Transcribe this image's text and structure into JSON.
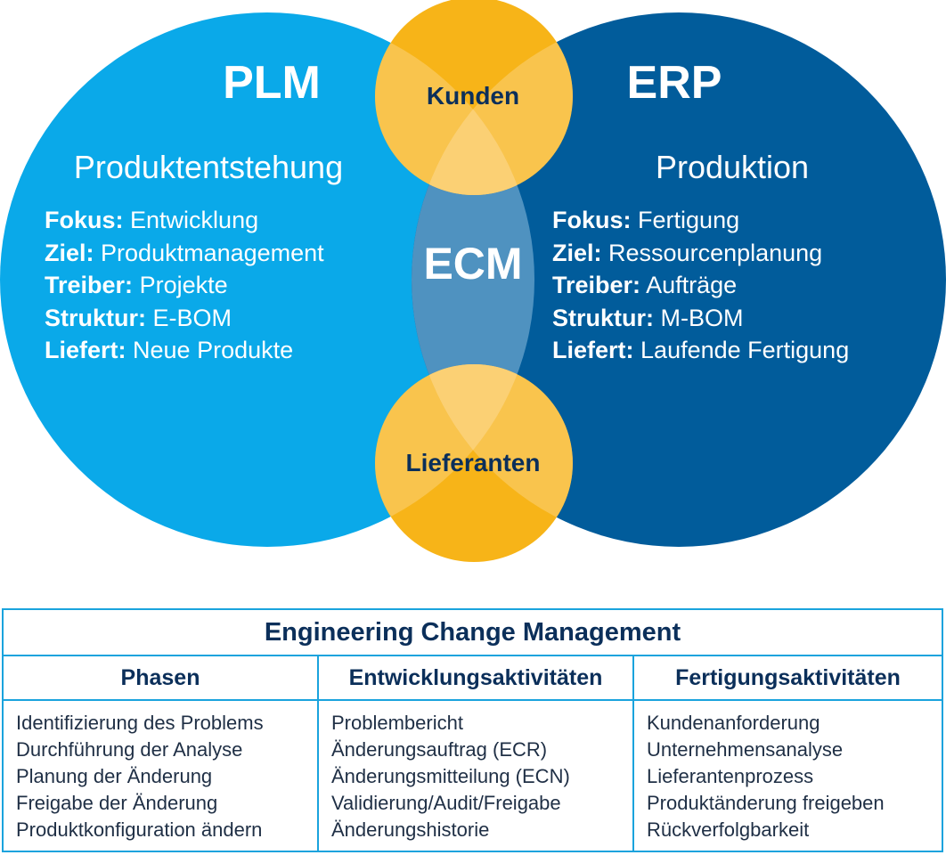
{
  "diagram": {
    "left": {
      "title": "PLM",
      "subtitle": "Produktentstehung",
      "properties": [
        {
          "key": "Fokus:",
          "value": "Entwicklung"
        },
        {
          "key": "Ziel:",
          "value": "Produktmanagement"
        },
        {
          "key": "Treiber:",
          "value": "Projekte"
        },
        {
          "key": "Struktur:",
          "value": "E-BOM"
        },
        {
          "key": "Liefert:",
          "value": "Neue Produkte"
        }
      ]
    },
    "right": {
      "title": "ERP",
      "subtitle": "Produktion",
      "properties": [
        {
          "key": "Fokus:",
          "value": "Fertigung"
        },
        {
          "key": "Ziel:",
          "value": "Ressourcenplanung"
        },
        {
          "key": "Treiber:",
          "value": "Aufträge"
        },
        {
          "key": "Struktur:",
          "value": "M-BOM"
        },
        {
          "key": "Liefert:",
          "value": "Laufende Fertigung"
        }
      ]
    },
    "center": "ECM",
    "top_circle": "Kunden",
    "bottom_circle": "Lieferanten",
    "colors": {
      "plm": "#0aa9e9",
      "erp": "#015c9b",
      "overlap": "#4f92c0",
      "accent": "#f7b418",
      "accent_light": "#fbd27a",
      "text_dark": "#0b2f5a"
    }
  },
  "table": {
    "title": "Engineering Change Management",
    "columns": [
      {
        "header": "Phasen",
        "items": [
          "Identifizierung des Problems",
          "Durchführung der Analyse",
          "Planung der Änderung",
          "Freigabe der Änderung",
          "Produktkonfiguration ändern"
        ]
      },
      {
        "header": "Entwicklungsaktivitäten",
        "items": [
          "Problembericht",
          "Änderungsauftrag (ECR)",
          "Änderungsmitteilung (ECN)",
          "Validierung/Audit/Freigabe",
          "Änderungshistorie"
        ]
      },
      {
        "header": "Fertigungsaktivitäten",
        "items": [
          "Kundenanforderung",
          "Unternehmensanalyse",
          "Lieferantenprozess",
          "Produktänderung freigeben",
          "Rückverfolgbarkeit"
        ]
      }
    ]
  }
}
